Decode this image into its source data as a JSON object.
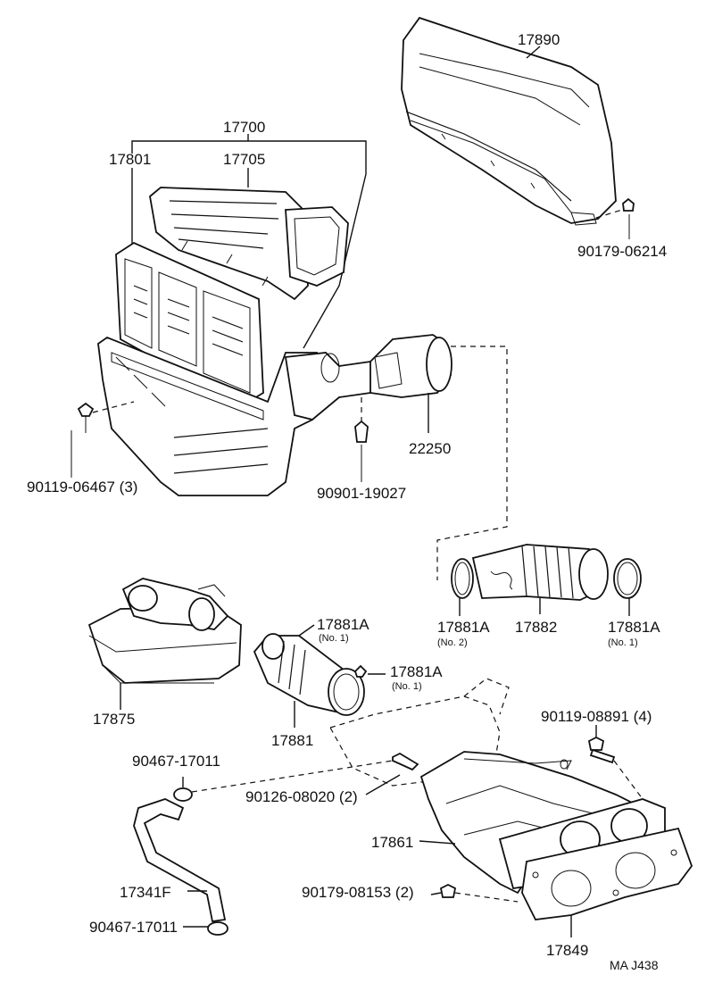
{
  "labels": {
    "p17890": "17890",
    "p90179_06214": "90179-06214",
    "p17700": "17700",
    "p17801": "17801",
    "p17705": "17705",
    "p22250": "22250",
    "p90119_06467": "90119-06467 (3)",
    "p90901_19027": "90901-19027",
    "p17881A_no2": "17881A",
    "no2": "(No. 2)",
    "p17882": "17882",
    "p17881A_no1_right": "17881A",
    "no1_right": "(No. 1)",
    "p17881A_upper": "17881A",
    "no1_upper": "(No. 1)",
    "p17881A_lower": "17881A",
    "no1_lower": "(No. 1)",
    "p17875": "17875",
    "p17881": "17881",
    "p90119_08891": "90119-08891 (4)",
    "p90467_17011_top": "90467-17011",
    "p90126_08020": "90126-08020 (2)",
    "p17861": "17861",
    "p17341F": "17341F",
    "p90179_08153": "90179-08153 (2)",
    "p90467_17011_bottom": "90467-17011",
    "p17849": "17849",
    "code": "MA J438"
  }
}
